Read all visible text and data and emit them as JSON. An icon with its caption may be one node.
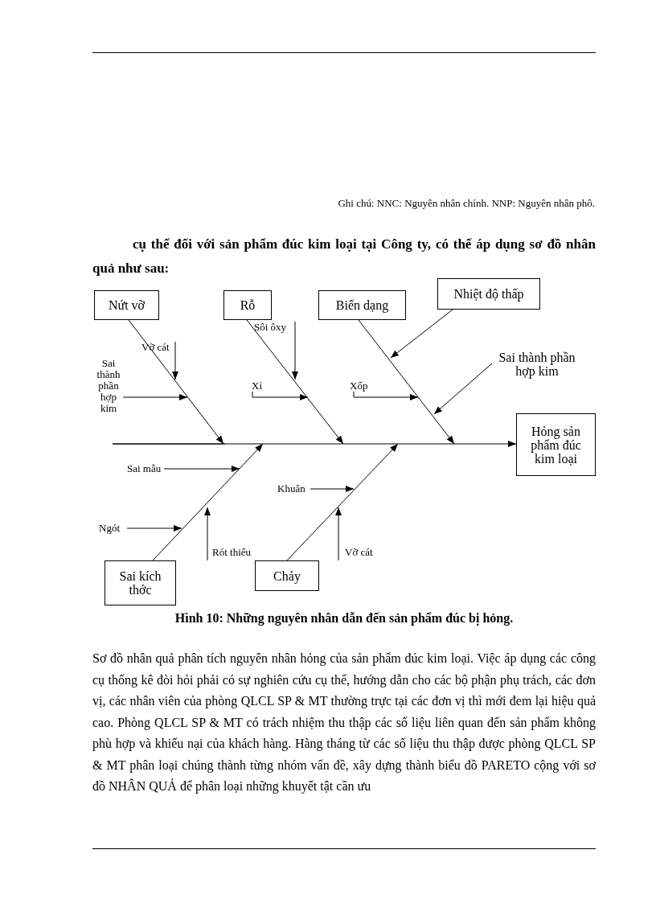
{
  "diagram": {
    "caption": "Hình 10: Những nguyên nhân dẫn đến sản phẩm đúc bị hỏng.",
    "nodes": [
      {
        "text": [
          "Nứt vỡ"
        ]
      },
      {
        "text": [
          "Rỗ"
        ]
      },
      {
        "text": [
          "Biến dạng"
        ]
      },
      {
        "text": [
          "Nhiệt độ thấp"
        ]
      },
      {
        "text": [
          "Sôi ôxy"
        ]
      },
      {
        "text": [
          "Vỡ cát"
        ]
      },
      {
        "text": [
          "Sai thành phần hợp kim"
        ]
      },
      {
        "text": [
          "Sai thành phần hợp kim"
        ]
      },
      {
        "text": [
          "Xỉ"
        ]
      },
      {
        "text": [
          "Xốp"
        ]
      },
      {
        "text": [
          "Hỏng sản phẩm đúc kim loại"
        ]
      },
      {
        "text": [
          "Sai mẫu"
        ]
      },
      {
        "text": [
          "Khuân"
        ]
      },
      {
        "text": [
          "Ngót"
        ]
      },
      {
        "text": [
          "Rót thiếu"
        ]
      },
      {
        "text": [
          "Vỡ cát"
        ]
      },
      {
        "text": [
          "Sai kích thớc"
        ]
      },
      {
        "text": [
          "Chảy"
        ]
      }
    ],
    "edges": [
      {
        "from": null,
        "to": 10,
        "arrow": "to"
      },
      {
        "from": 0,
        "to": null,
        "arrow": "to"
      },
      {
        "from": 1,
        "to": null,
        "arrow": "to"
      },
      {
        "from": 2,
        "to": null,
        "arrow": "to"
      },
      {
        "from": 16,
        "to": null,
        "arrow": "to"
      },
      {
        "from": 17,
        "to": null,
        "arrow": "to"
      },
      {
        "from": 5,
        "to": null,
        "arrow": "to"
      },
      {
        "from": 6,
        "to": null,
        "arrow": "to"
      },
      {
        "from": 4,
        "to": null,
        "arrow": "to"
      },
      {
        "from": 8,
        "to": null,
        "arrow": "to"
      },
      {
        "from": 9,
        "to": null,
        "arrow": "to"
      },
      {
        "from": 3,
        "to": null,
        "arrow": "to"
      },
      {
        "from": 7,
        "to": null,
        "arrow": "to"
      },
      {
        "from": 11,
        "to": null,
        "arrow": "to"
      },
      {
        "from": 12,
        "to": null,
        "arrow": "to"
      },
      {
        "from": 13,
        "to": null,
        "arrow": "to"
      },
      {
        "from": 14,
        "to": null,
        "arrow": "to"
      },
      {
        "from": 15,
        "to": null,
        "arrow": "to"
      }
    ],
    "labels": [
      "Ghi chú: NNC: Nguyên nhân chính. NNP: Nguyên nhân phô.",
      "cụ thể đối với sản phẩm đúc kim loại tại Công ty, có thể áp dụng sơ đồ nhân quả như sau:",
      "Sơ đồ nhân quả phân tích nguyên nhân hỏng của sản phẩm đúc kim loại. Việc áp dụng các công cụ thống kê đòi hỏi phải có sự nghiên cứu cụ thể, hướng dẫn cho các bộ phận phụ trách, các đơn vị, các nhân viên của phòng QLCL SP & MT thường trực tại các đơn vị thì mới đem lại hiệu quả cao. Phòng QLCL SP & MT có trách nhiệm thu thập các số liệu liên quan đến sản phẩm không phù hợp và khiếu nại của khách hàng. Hàng tháng từ các số liệu thu thập được phòng QLCL SP & MT phân loại chúng thành từng nhóm vấn đề, xây dựng thành biểu đồ PARETO cộng với sơ đồ NHÂN QUẢ để phân loại những khuyết tật cần ưu"
    ]
  }
}
